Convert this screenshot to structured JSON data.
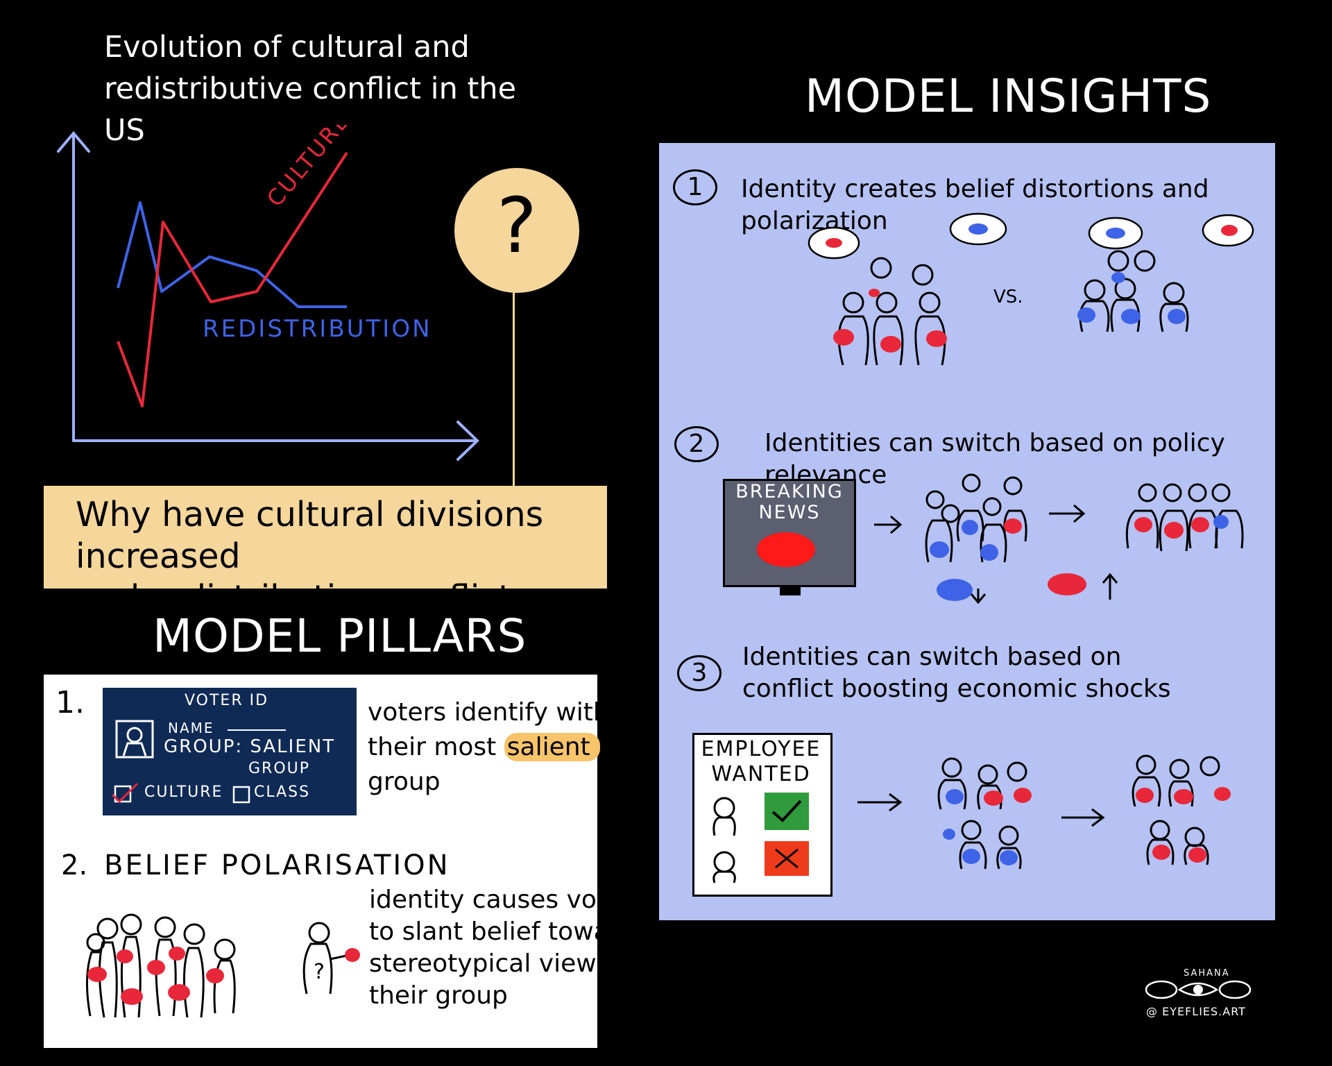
{
  "chart": {
    "title": "Evolution of cultural and redistributive conflict in the US",
    "culture_label": "CULTURE",
    "redistribution_label": "REDISTRIBUTION",
    "question_mark": "?",
    "colors": {
      "culture": "#e8283a",
      "redistribution": "#3f63e6",
      "axis": "#9fb0ff"
    }
  },
  "question": {
    "line1": "Why have cultural divisions increased",
    "line2": "and redistributive conflict decreased?"
  },
  "pillars": {
    "title": "MODEL PILLARS",
    "item1": {
      "number": "1.",
      "card_title": "VOTER ID",
      "name_label": "NAME",
      "group_label": "GROUP: SALIENT",
      "group_label2": "GROUP",
      "culture_option": "CULTURE",
      "class_option": "CLASS",
      "text_line1": "voters identify with",
      "text_line2a": "their most",
      "text_highlight": "salient",
      "text_line3": "group"
    },
    "item2": {
      "number": "2.",
      "heading": "BELIEF POLARISATION",
      "text_line1": "identity causes voters",
      "text_line2": "to slant belief toward",
      "text_line3": "stereotypical views of",
      "text_line4": "their group",
      "figure_mark": "?"
    }
  },
  "insights": {
    "title": "MODEL INSIGHTS",
    "item1": {
      "number": "1",
      "text": "Identity creates belief distortions and polarization",
      "vs": "VS."
    },
    "item2": {
      "number": "2",
      "text": "Identities can switch based on policy relevance",
      "tv_line1": "BREAKING",
      "tv_line2": "NEWS"
    },
    "item3": {
      "number": "3",
      "text_line1": "Identities can switch based on",
      "text_line2": "conflict boosting economic shocks",
      "board_line1": "EMPLOYEE",
      "board_line2": "WANTED"
    }
  },
  "signature": {
    "name": "SAHANA",
    "handle": "@ EYEFLIES.ART"
  }
}
